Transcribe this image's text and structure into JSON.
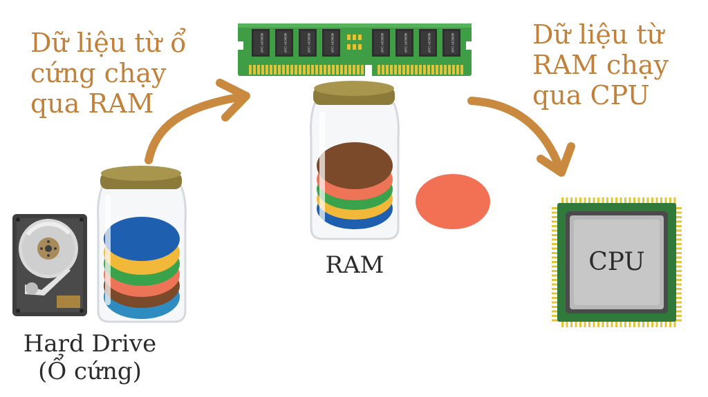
{
  "captions": {
    "hdd_to_ram": [
      "Dữ liệu từ ổ",
      "cứng chạy",
      "qua RAM"
    ],
    "ram_to_cpu": [
      "Dữ liệu từ",
      "RAM chạy",
      "qua CPU"
    ]
  },
  "labels": {
    "hard_drive": [
      "Hard Drive",
      "(Ổ cứng)"
    ],
    "ram": "RAM",
    "cpu": "CPU"
  },
  "ram_stick": {
    "chip_text": "MEMORY CHIP",
    "chip_count": 8
  },
  "colors": {
    "caption_text": "#c2813a",
    "arrow": "#c98a3f",
    "jar_lid": "#8c7a3a",
    "pcb_green": "#3f9e45",
    "cpu_pins": "#e2c43a",
    "disk_blue": "#1f5fb0",
    "disk_yellow": "#f2b83a",
    "disk_green": "#3aa24a",
    "disk_red": "#ee7457",
    "disk_brown": "#7a4a2a",
    "disk_teal": "#2f8cc0",
    "loose_disk": "#f27155"
  }
}
